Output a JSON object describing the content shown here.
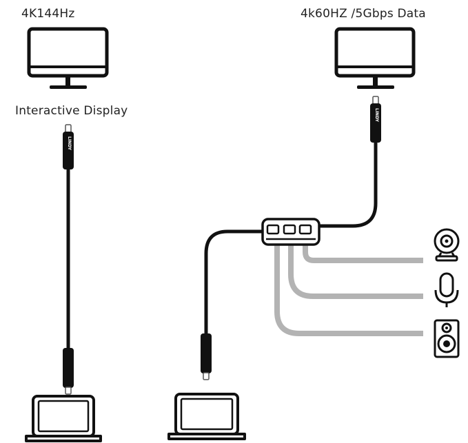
{
  "labels": {
    "left_display": "4K144Hz",
    "right_display": "4k60HZ /5Gbps Data",
    "interactive_display": "Interactive Display"
  },
  "cable_brand": "LINDY",
  "icons": [
    "monitor-icon",
    "monitor-icon",
    "laptop-icon",
    "laptop-icon",
    "usb-hub-icon",
    "webcam-icon",
    "microphone-icon",
    "speaker-icon"
  ],
  "colors": {
    "cable": "#111111",
    "peripheral_line": "#b3b3b3",
    "text": "#222222"
  }
}
